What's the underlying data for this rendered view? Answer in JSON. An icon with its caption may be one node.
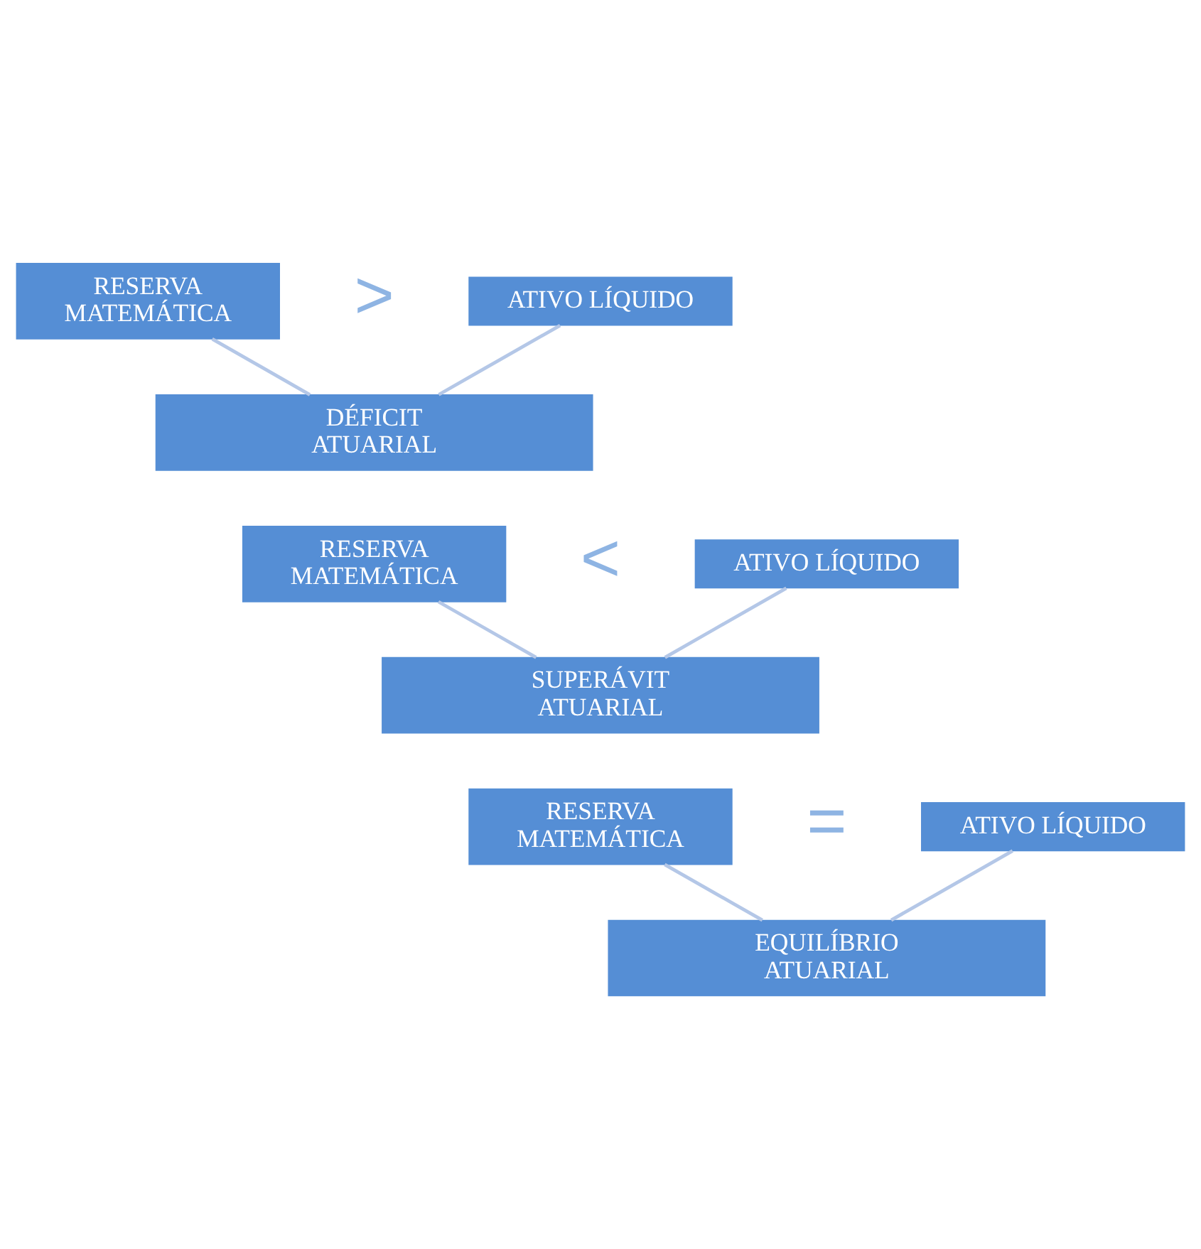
{
  "diagram": {
    "nodes": [
      {
        "text": [
          "RESERVA MATEMÁTICA"
        ]
      },
      {
        "text": [
          "ATIVO LÍQUIDO"
        ]
      },
      {
        "text": [
          "DÉFICIT ATUARIAL"
        ]
      },
      {
        "text": [
          "RESERVA MATEMÁTICA"
        ]
      },
      {
        "text": [
          "ATIVO LÍQUIDO"
        ]
      },
      {
        "text": [
          "SUPERÁVIT ATUARIAL"
        ]
      },
      {
        "text": [
          "RESERVA MATEMÁTICA"
        ]
      },
      {
        "text": [
          "ATIVO LÍQUIDO"
        ]
      },
      {
        "text": [
          "EQUILÍBRIO ATUARIAL"
        ]
      }
    ],
    "edges": [
      {
        "from": 0,
        "to": 2,
        "arrow": "none"
      },
      {
        "from": 1,
        "to": 2,
        "arrow": "none"
      },
      {
        "from": 3,
        "to": 5,
        "arrow": "none"
      },
      {
        "from": 4,
        "to": 5,
        "arrow": "none"
      },
      {
        "from": 6,
        "to": 8,
        "arrow": "none"
      },
      {
        "from": 7,
        "to": 8,
        "arrow": "none"
      }
    ],
    "labels": [
      ">",
      "<",
      "="
    ]
  }
}
